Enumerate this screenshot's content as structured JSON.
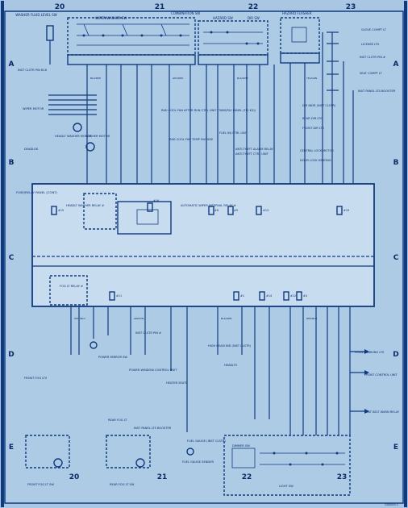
{
  "grid": {
    "columns": [
      "20",
      "21",
      "22",
      "23"
    ],
    "rows": [
      "A",
      "B",
      "C",
      "D",
      "E"
    ]
  },
  "components": {
    "washer_fluid_level_sw": "WASHER FLUID LEVEL SW",
    "instr_cluster_pin": "INST CLSTR PIN B16",
    "combination_sw": "COMBINATION SW",
    "wiper_washer_sw": "WIPER/WASHER SW",
    "hazard_sw": "HAZARD SW",
    "dir_sw": "DIR SW",
    "hazard_flasher": "HAZARD FLASHER",
    "glove_compt_lt": "GLOVE COMPT LT",
    "license_lts": "LICENSE LTS",
    "inst_clstr_pin": "INST CLSTR PIN #",
    "seat_compt_lt": "SEAT COMPT LT",
    "inst_panel_lts_booster": "INST PANEL LTS BOOSTER",
    "wiper_motor": "WIPER MOTOR",
    "headlt_washer_motor": "HEADLT WASHER MOTOR",
    "deadlok": "DEADLOK",
    "washer_motor": "WASHER MOTOR",
    "rad_cool_fan_cut_unit": "RAD COOL FAN AFTER RUN CTRL UNIT (TABS/RLY PANEL (FIG K3))",
    "rad_cool_fan_temp_sw": "RAD COOL FAN TEMP SW SIDE",
    "fuel_inj_ctrl_unit": "FUEL INJ CTRL UNIT",
    "anti_theft_alarm_relay": "ANTI-THEFT ALARM RELAY",
    "anti_theft_ctrl_unit": "ANTI-THEFT CTRL UNIT",
    "dir_ind": "DIR INDR (INST CLSTR)",
    "rear_dir_lts": "REAR DIR LTS",
    "front_dir_lts": "FRONT DIR LTS",
    "central_lock_motor": "CENTRAL LOCK MOTOR",
    "door_lock_heating": "DOOR LOCK HEATING",
    "fuse_relay_panel": "FUSE/RELAY PANEL (CONT)",
    "headlt_washer_relay": "HEADLT WASHER RELAY #",
    "wiper_interval_relay": "AUTOMATIC WIPER INTERVAL RELAY #",
    "fog_lt_relay": "FOG LT RELAY #",
    "power_window_control": "POWER WINDOW CONTROL UNIT",
    "power_mirror_sw": "POWER MIRROR SW",
    "heater_seats": "HEATER SEATS",
    "inst_clstr_pin_d": "INST CLSTR PIN #",
    "high_beam_ind": "HIGH BEAM IND (INST CLSTR)",
    "headlts": "HEADLTS",
    "front_fog_lts": "FRONT FOG LTS",
    "fuel_gauge": "FUEL GAUGE (INST CLSTR)",
    "rear_fog_lt": "REAR FOG LT",
    "inst_panel_lts_booster_e": "INST PANEL LTS BOOSTER",
    "fuel_gauge_sender": "FUEL GAUGE SENDER",
    "front_fog_lt_sw": "FRONT FOG LT SW",
    "rear_fog_lt_sw": "REAR FOG LT SW",
    "dimmer_sw": "DIMMER SW",
    "light_sw": "LIGHT SW",
    "front_ctrl": "FRONT CONTROL UNIT",
    "seat_belt_warn_relay": "SEAT BELT WARN RELAY",
    "front_parking_lts": "FRONT PARKING LTS"
  },
  "fuses": [
    "#15",
    "#16",
    "#8",
    "#9",
    "#13",
    "#19",
    "#11",
    "#1",
    "#14",
    "#12",
    "#4"
  ],
  "wire_colors": [
    "BLU/RED",
    "GRY/RED",
    "BLK/WHT",
    "YEL/GRN",
    "WHT/BLU",
    "GRN/YEL",
    "BLK/GRN",
    "RED/BLU"
  ],
  "footer": "G00000-1"
}
